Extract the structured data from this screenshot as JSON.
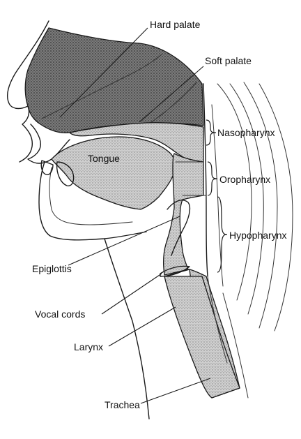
{
  "labels": {
    "hard_palate": "Hard palate",
    "soft_palate": "Soft palate",
    "nasopharynx": "Nasopharynx",
    "tongue": "Tongue",
    "oropharynx": "Oropharynx",
    "hypopharynx": "Hypopharynx",
    "epiglottis": "Epiglottis",
    "vocal_cords": "Vocal cords",
    "larynx": "Larynx",
    "trachea": "Trachea"
  },
  "colors": {
    "ink": "#1a1a1a",
    "dark_stipple": "#4a4a4a",
    "light_stipple": "#a8a8a8",
    "background": "#ffffff"
  }
}
